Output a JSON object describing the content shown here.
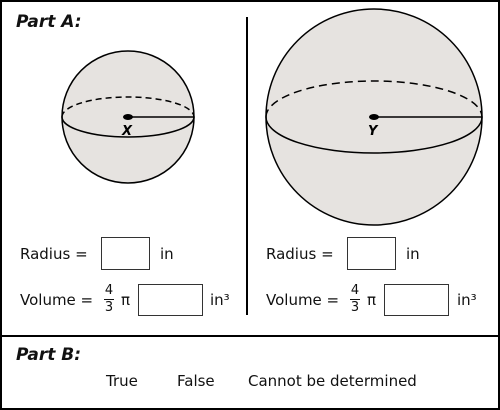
{
  "partA": {
    "heading": "Part A:",
    "left": {
      "point_label": "X",
      "radius_label": "Radius =",
      "radius_unit": "in",
      "volume_label": "Volume =",
      "frac_num": "4",
      "frac_den": "3",
      "pi": "π",
      "volume_unit": "in³"
    },
    "right": {
      "point_label": "Y",
      "radius_label": "Radius =",
      "radius_unit": "in",
      "volume_label": "Volume =",
      "frac_num": "4",
      "frac_den": "3",
      "pi": "π",
      "volume_unit": "in³"
    }
  },
  "partB": {
    "heading": "Part B:",
    "choices": [
      "True",
      "False",
      "Cannot be determined"
    ]
  },
  "colors": {
    "sphere_fill": "#e6e3e0",
    "outline": "#000000"
  }
}
